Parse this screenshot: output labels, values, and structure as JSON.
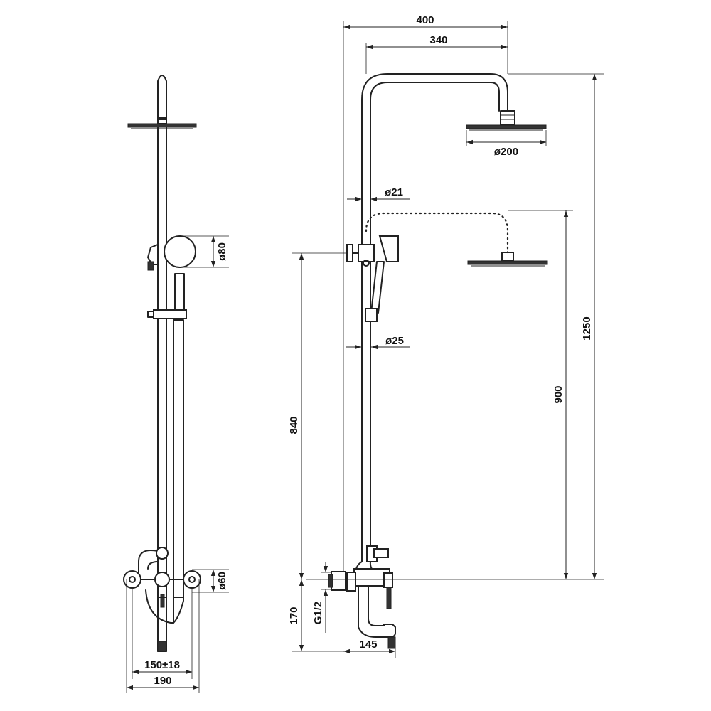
{
  "dimensions": {
    "top_width": "400",
    "arm_width": "340",
    "overhead_diameter": "ø200",
    "pipe_diameter": "ø21",
    "lower_pipe_diameter": "ø25",
    "total_height": "1250",
    "slide_height": "900",
    "holder_height": "840",
    "spout_height": "170",
    "inlet_thread": "G1/2",
    "spout_length": "145",
    "escutcheon_diameter": "ø60",
    "handshower_diameter": "ø80",
    "center_distance": "150±18",
    "overall_width": "190"
  },
  "colors": {
    "line": "#222222",
    "background": "#ffffff"
  }
}
